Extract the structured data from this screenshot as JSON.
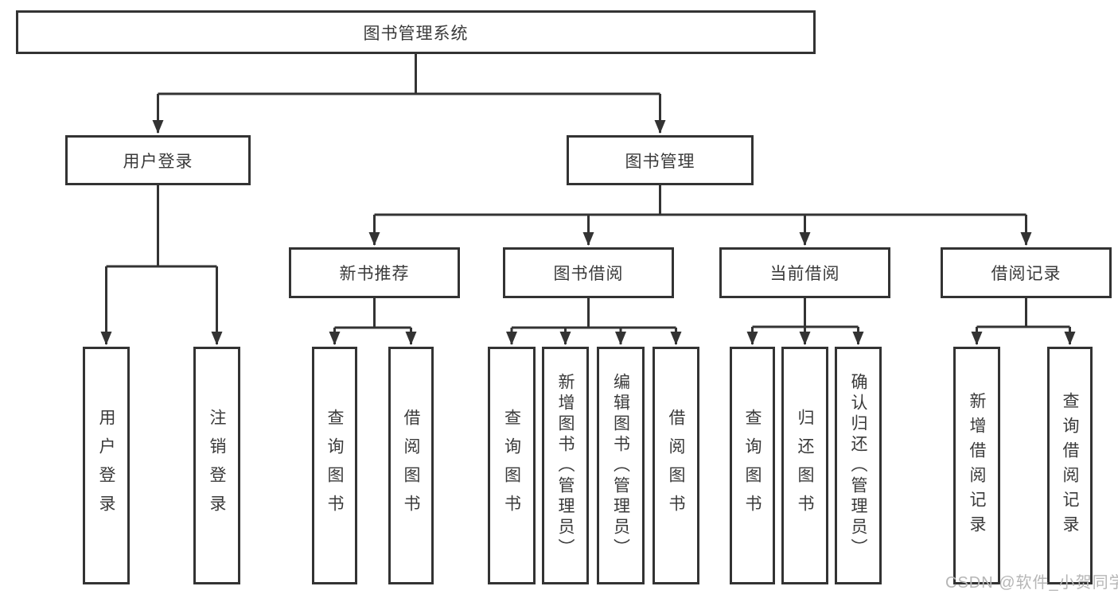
{
  "diagram": {
    "title": "图书管理系统",
    "children": [
      {
        "label": "用户登录",
        "children": [
          {
            "label": "用户登录"
          },
          {
            "label": "注销登录"
          }
        ]
      },
      {
        "label": "图书管理",
        "children": [
          {
            "label": "新书推荐",
            "children": [
              {
                "label": "查询图书"
              },
              {
                "label": "借阅图书"
              }
            ]
          },
          {
            "label": "图书借阅",
            "children": [
              {
                "label": "查询图书"
              },
              {
                "label": "新增图书（管理员）"
              },
              {
                "label": "编辑图书（管理员）"
              },
              {
                "label": "借阅图书"
              }
            ]
          },
          {
            "label": "当前借阅",
            "children": [
              {
                "label": "查询图书"
              },
              {
                "label": "归还图书"
              },
              {
                "label": "确认归还（管理员）"
              }
            ]
          },
          {
            "label": "借阅记录",
            "children": [
              {
                "label": "新增借阅记录"
              },
              {
                "label": "查询借阅记录"
              }
            ]
          }
        ]
      }
    ]
  },
  "watermark": {
    "text": "CSDN @软件_小贺同学"
  },
  "colors": {
    "line": "#333333",
    "text": "#3a3a3a",
    "background": "#ffffff",
    "watermark": "#b6b6b6"
  }
}
